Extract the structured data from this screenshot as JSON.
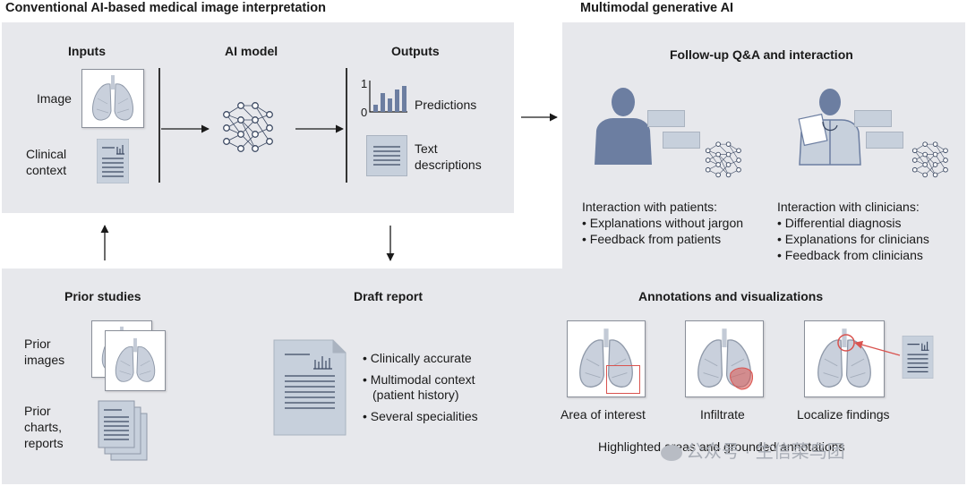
{
  "left_section": {
    "title": "Conventional AI-based medical image interpretation",
    "inputs": {
      "heading": "Inputs",
      "image_label": "Image",
      "clinical_label": [
        "Clinical",
        "context"
      ]
    },
    "model": {
      "heading": "AI model"
    },
    "outputs": {
      "heading": "Outputs",
      "axis_top": "1",
      "axis_bottom": "0",
      "predictions_label": "Predictions",
      "text_label": [
        "Text",
        "descriptions"
      ]
    }
  },
  "right_section": {
    "title": "Multimodal generative AI",
    "followup": {
      "heading": "Follow-up Q&A and interaction",
      "patients": {
        "title": "Interaction with patients:",
        "items": [
          "Explanations without jargon",
          "Feedback from patients"
        ]
      },
      "clinicians": {
        "title": "Interaction with clinicians:",
        "items": [
          "Differential diagnosis",
          "Explanations for clinicians",
          "Feedback from clinicians"
        ]
      }
    },
    "annotations": {
      "heading": "Annotations and visualizations",
      "cards": [
        "Area of interest",
        "Infiltrate",
        "Localize findings"
      ],
      "footer": "Highlighted areas and grounded annotations"
    }
  },
  "prior": {
    "heading": "Prior studies",
    "images_label": [
      "Prior",
      "images"
    ],
    "charts_label": [
      "Prior",
      "charts,",
      "reports"
    ]
  },
  "draft": {
    "heading": "Draft report",
    "items": [
      "Clinically accurate",
      "Multimodal context",
      "Several specialities"
    ],
    "item_sub": "(patient history)"
  },
  "watermark": "公众号 · 生信菜鸟团",
  "colors": {
    "panel": "#e7e8ec",
    "figure": "#6c7ea1",
    "doc": "#c7d0dc",
    "highlight": "#d9534f"
  }
}
